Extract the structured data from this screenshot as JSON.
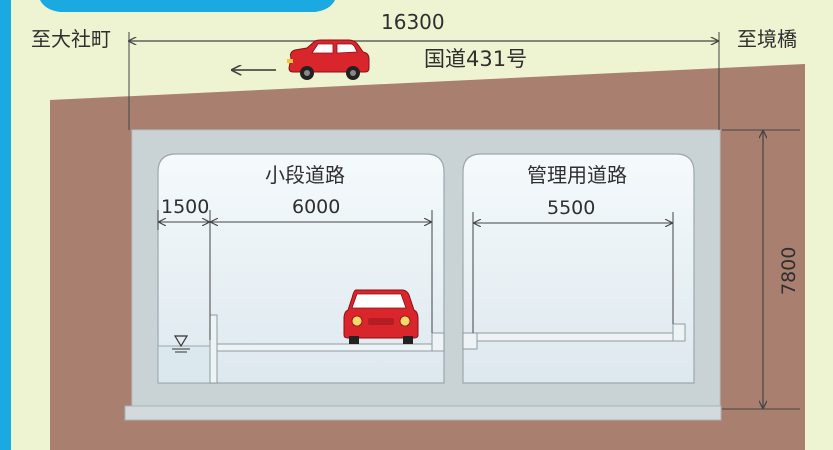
{
  "labels": {
    "left_destination": "至大社町",
    "right_destination": "至境橋",
    "road_name": "国道431号",
    "left_tunnel_name": "小段道路",
    "right_tunnel_name": "管理用道路"
  },
  "dimensions": {
    "total_width": "16300",
    "total_height": "7800",
    "water_channel_width": "1500",
    "small_road_width": "6000",
    "management_road_width": "5500"
  },
  "colors": {
    "background": "#eef3d2",
    "soil": "#a97f70",
    "concrete": "#c9d3d6",
    "tunnel_interior": "#eaf3f8",
    "left_border": "#1aa9e0",
    "car_body": "#d8262c",
    "dimension_line": "#444444"
  },
  "icons": {
    "car": "car-icon",
    "direction_arrow": "arrow-left-icon",
    "water_level": "water-level-triangle-icon"
  }
}
